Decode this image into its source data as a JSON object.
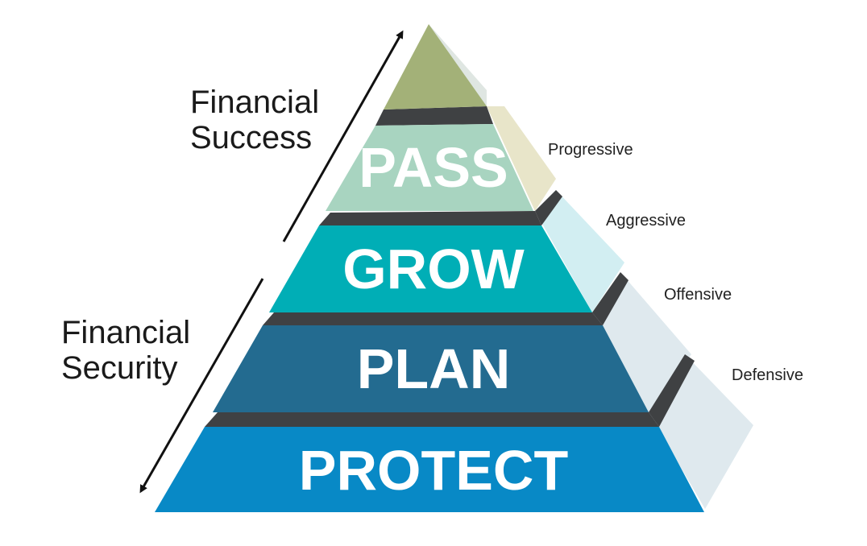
{
  "axis_labels": {
    "top": [
      "Financial",
      "Success"
    ],
    "bottom": [
      "Financial",
      "Security"
    ]
  },
  "tiers": [
    {
      "label": "",
      "side_label": "",
      "color": "#a3b178",
      "side_color": "#dfe6e2"
    },
    {
      "label": "PASS",
      "side_label": "Progressive",
      "color": "#a8d4c0",
      "side_color": "#e8e5c9"
    },
    {
      "label": "GROW",
      "side_label": "Aggressive",
      "color": "#00aeb6",
      "side_color": "#d2eef2"
    },
    {
      "label": "PLAN",
      "side_label": "Offensive",
      "color": "#236b90",
      "side_color": "#dfe9ee"
    },
    {
      "label": "PROTECT",
      "side_label": "Defensive",
      "color": "#0889c6",
      "side_color": "#dfe9ee"
    }
  ],
  "colors": {
    "separator": "#3f4143",
    "arrow": "#111111"
  }
}
